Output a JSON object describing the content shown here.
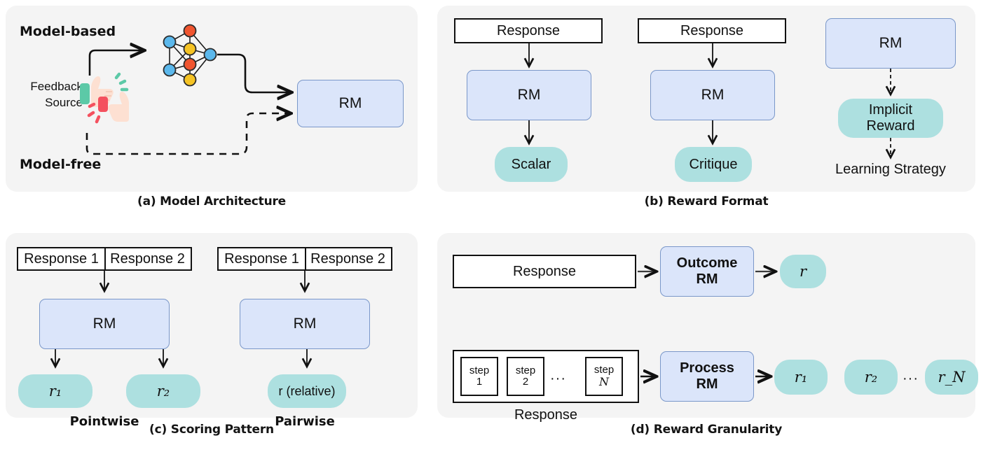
{
  "figure": {
    "panels": [
      {
        "id": "a",
        "caption": "(a) Model Architecture",
        "labels": {
          "model_based": "Model-based",
          "model_free": "Model-free",
          "feedback_line1": "Feedback",
          "feedback_line2": "Source",
          "rm": "RM"
        },
        "icons": {
          "neural_network": "neural-network-icon",
          "feedback": "thumbs-up-down-icon"
        }
      },
      {
        "id": "b",
        "caption": "(b) Reward Format",
        "columns": [
          {
            "input": "Response",
            "model": "RM",
            "output": "Scalar"
          },
          {
            "input": "Response",
            "model": "RM",
            "output": "Critique"
          },
          {
            "model": "RM",
            "output_line1": "Implicit",
            "output_line2": "Reward",
            "terminal": "Learning Strategy"
          }
        ]
      },
      {
        "id": "c",
        "caption": "(c) Scoring Pattern",
        "columns": [
          {
            "input_left": "Response 1",
            "input_right": "Response 2",
            "model": "RM",
            "outputs": [
              "r₁",
              "r₂"
            ],
            "mode": "Pointwise"
          },
          {
            "input_left": "Response 1",
            "input_right": "Response 2",
            "model": "RM",
            "outputs": [
              "r (relative)"
            ],
            "mode": "Pairwise"
          }
        ]
      },
      {
        "id": "d",
        "caption": "(d) Reward Granularity",
        "rows": [
          {
            "input": "Response",
            "model_line1": "Outcome",
            "model_line2": "RM",
            "outputs": [
              "r"
            ]
          },
          {
            "steps": [
              "step 1",
              "step 2",
              "step N"
            ],
            "steps_ellipsis": "···",
            "input_label": "Response",
            "model_line1": "Process",
            "model_line2": "RM",
            "outputs": [
              "r₁",
              "r₂",
              "r_N"
            ],
            "outputs_ellipsis": "···"
          }
        ]
      }
    ],
    "colors": {
      "panel_bg": "#f4f4f4",
      "rm_fill": "#dbe5fa",
      "rm_stroke": "#7a97c9",
      "reward_fill": "#ade0e0",
      "stroke": "#111111",
      "nn_blue": "#5bb8ec",
      "nn_orange": "#f0552f",
      "nn_yellow": "#f5c324",
      "thumb_up": "#5cc9a7",
      "thumb_down": "#f4515f",
      "skin": "#fdded0"
    }
  }
}
